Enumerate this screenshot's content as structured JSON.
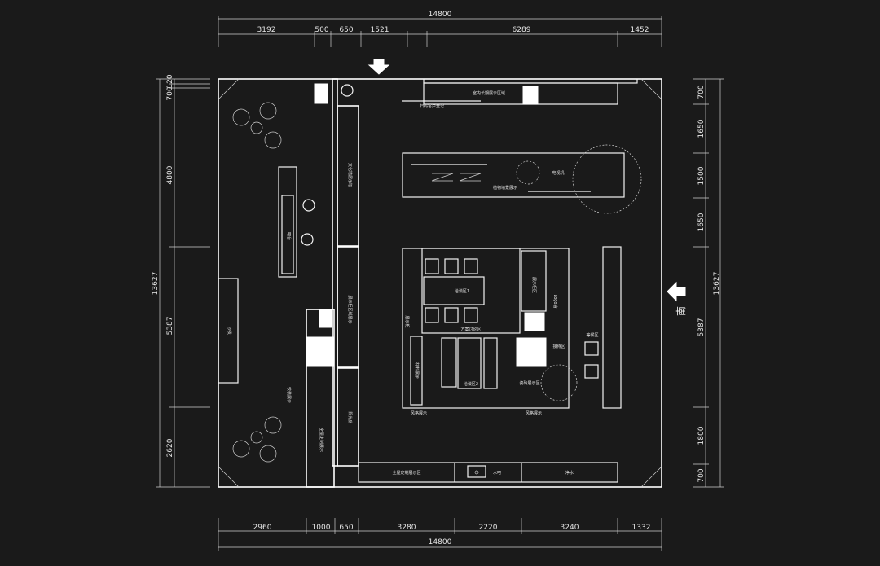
{
  "dims_top": {
    "total": "14800",
    "segments": [
      "3192",
      "500",
      "650",
      "1521",
      "6289",
      "1452"
    ]
  },
  "dims_bottom": {
    "total": "14800",
    "segments": [
      "2960",
      "1000",
      "650",
      "3280",
      "2220",
      "3240",
      "1332"
    ]
  },
  "dims_left": {
    "total": "13627",
    "segments": [
      "700",
      "120",
      "4800",
      "5387",
      "2620"
    ]
  },
  "dims_right": {
    "total": "13627",
    "segments": [
      "700",
      "1650",
      "1500",
      "1650",
      "5387",
      "1800",
      "700"
    ]
  },
  "compass": {
    "south": "南"
  },
  "labels": {
    "top_display": "室内长期展示区域",
    "entrance_note": "扫码客户登记",
    "plant_display": "植物墙景展示",
    "tv": "电视机",
    "left_wall": "文化墙展示墙",
    "bar": "吧台",
    "sofa": "沙发",
    "wall_cabinet": "展示柜区域展示",
    "sunroom": "阳光房",
    "meeting1": "洽谈区1",
    "meeting2": "洽谈区2",
    "meeting_note": "方案讨论区",
    "side_display_1": "展示柜",
    "side_display_2": "材料展示",
    "right_panel_top": "展示柜区",
    "right_panel_mid": "Logo墙",
    "waiting": "等候区",
    "reception": "接待区",
    "ceramic_sample": "瓷砖展示区",
    "style_display": "风格展示",
    "style_display2": "风格展示",
    "bottom_left": "全屋定制展示",
    "bottom_mid_a": "全屋定制展示区",
    "bottom_mid_b": "水吧",
    "bottom_right": "净水",
    "left_bottom": "软装展示"
  }
}
